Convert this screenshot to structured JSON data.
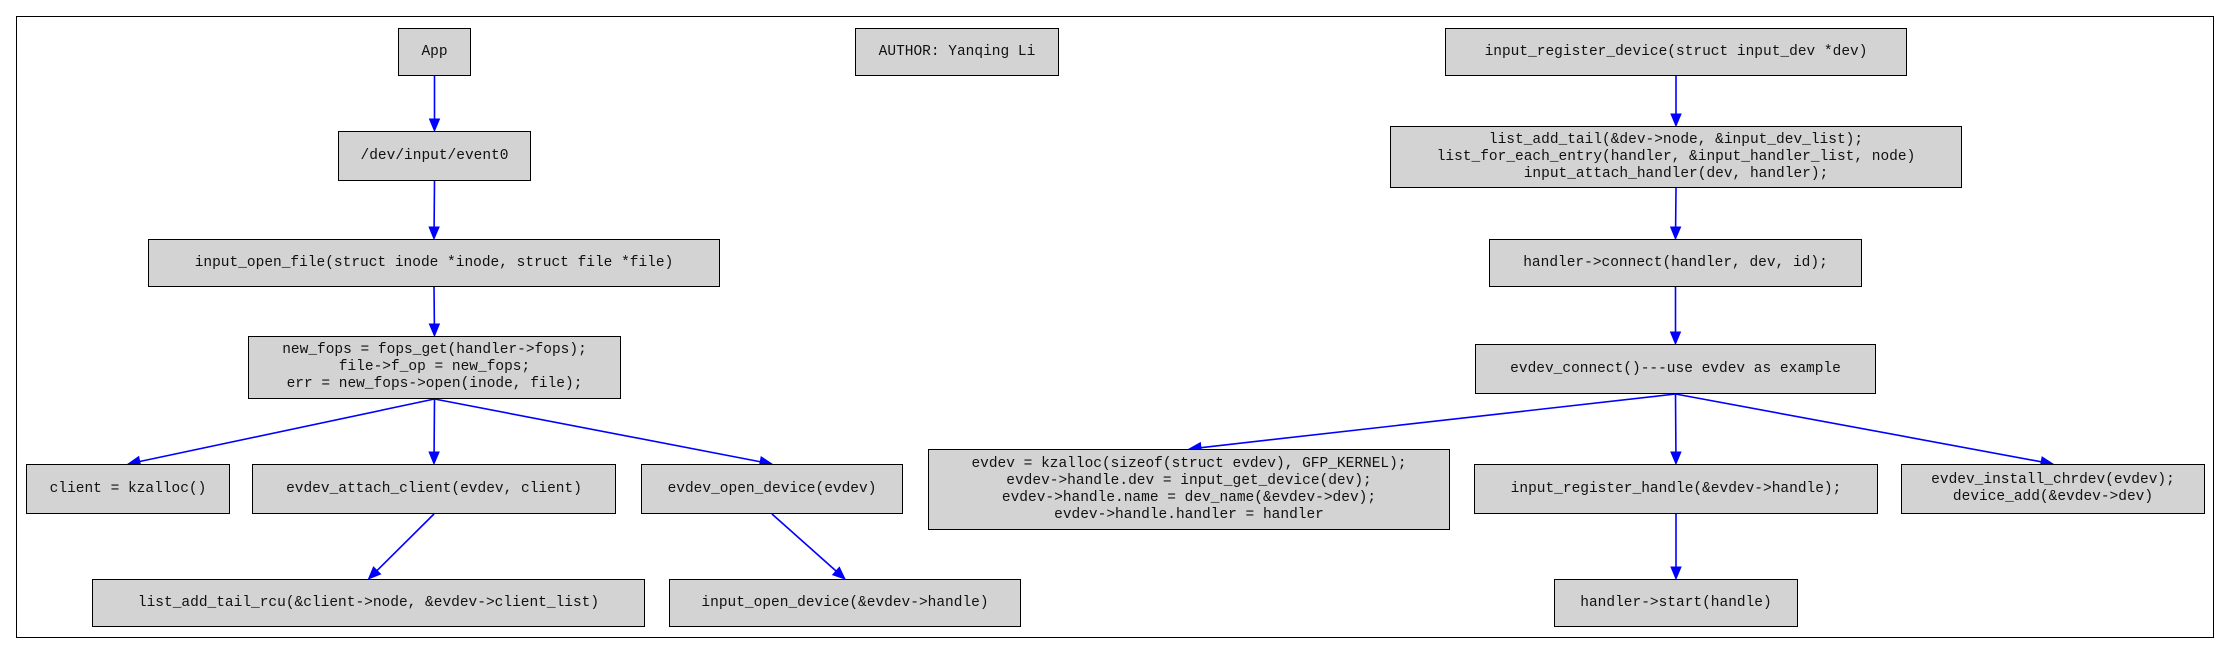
{
  "colors": {
    "node_fill": "#d3d3d3",
    "node_border": "#000000",
    "edge": "#0000ff",
    "background": "#ffffff"
  },
  "nodes": {
    "app": {
      "lines": [
        "App"
      ]
    },
    "author": {
      "lines": [
        "AUTHOR: Yanqing Li"
      ]
    },
    "dev_input_event0": {
      "lines": [
        "/dev/input/event0"
      ]
    },
    "input_open_file": {
      "lines": [
        "input_open_file(struct inode *inode, struct file *file)"
      ]
    },
    "new_fops": {
      "lines": [
        "new_fops = fops_get(handler->fops);",
        "file->f_op = new_fops;",
        "err = new_fops->open(inode, file);"
      ]
    },
    "client_kzalloc": {
      "lines": [
        "client = kzalloc()"
      ]
    },
    "evdev_attach_client": {
      "lines": [
        "evdev_attach_client(evdev, client)"
      ]
    },
    "evdev_open_device": {
      "lines": [
        "evdev_open_device(evdev)"
      ]
    },
    "list_add_tail_rcu": {
      "lines": [
        "list_add_tail_rcu(&client->node, &evdev->client_list)"
      ]
    },
    "input_open_device": {
      "lines": [
        "input_open_device(&evdev->handle)"
      ]
    },
    "input_register_device": {
      "lines": [
        "input_register_device(struct input_dev *dev)"
      ]
    },
    "list_add_tail": {
      "lines": [
        "list_add_tail(&dev->node, &input_dev_list);",
        "list_for_each_entry(handler, &input_handler_list, node)",
        "input_attach_handler(dev, handler);"
      ]
    },
    "handler_connect": {
      "lines": [
        "handler->connect(handler, dev, id);"
      ]
    },
    "evdev_connect": {
      "lines": [
        "evdev_connect()---use evdev as example"
      ]
    },
    "evdev_kzalloc": {
      "lines": [
        "evdev = kzalloc(sizeof(struct evdev), GFP_KERNEL);",
        "evdev->handle.dev = input_get_device(dev);",
        "evdev->handle.name = dev_name(&evdev->dev);",
        "evdev->handle.handler = handler"
      ]
    },
    "input_register_handle": {
      "lines": [
        "input_register_handle(&evdev->handle);"
      ]
    },
    "evdev_install_chrdev": {
      "lines": [
        "evdev_install_chrdev(evdev);",
        "device_add(&evdev->dev)"
      ]
    },
    "handler_start": {
      "lines": [
        "handler->start(handle)"
      ]
    }
  },
  "edges": [
    [
      "app",
      "dev_input_event0"
    ],
    [
      "dev_input_event0",
      "input_open_file"
    ],
    [
      "input_open_file",
      "new_fops"
    ],
    [
      "new_fops",
      "client_kzalloc"
    ],
    [
      "new_fops",
      "evdev_attach_client"
    ],
    [
      "new_fops",
      "evdev_open_device"
    ],
    [
      "evdev_attach_client",
      "list_add_tail_rcu"
    ],
    [
      "evdev_open_device",
      "input_open_device"
    ],
    [
      "input_register_device",
      "list_add_tail"
    ],
    [
      "list_add_tail",
      "handler_connect"
    ],
    [
      "handler_connect",
      "evdev_connect"
    ],
    [
      "evdev_connect",
      "evdev_kzalloc"
    ],
    [
      "evdev_connect",
      "input_register_handle"
    ],
    [
      "evdev_connect",
      "evdev_install_chrdev"
    ],
    [
      "input_register_handle",
      "handler_start"
    ]
  ]
}
